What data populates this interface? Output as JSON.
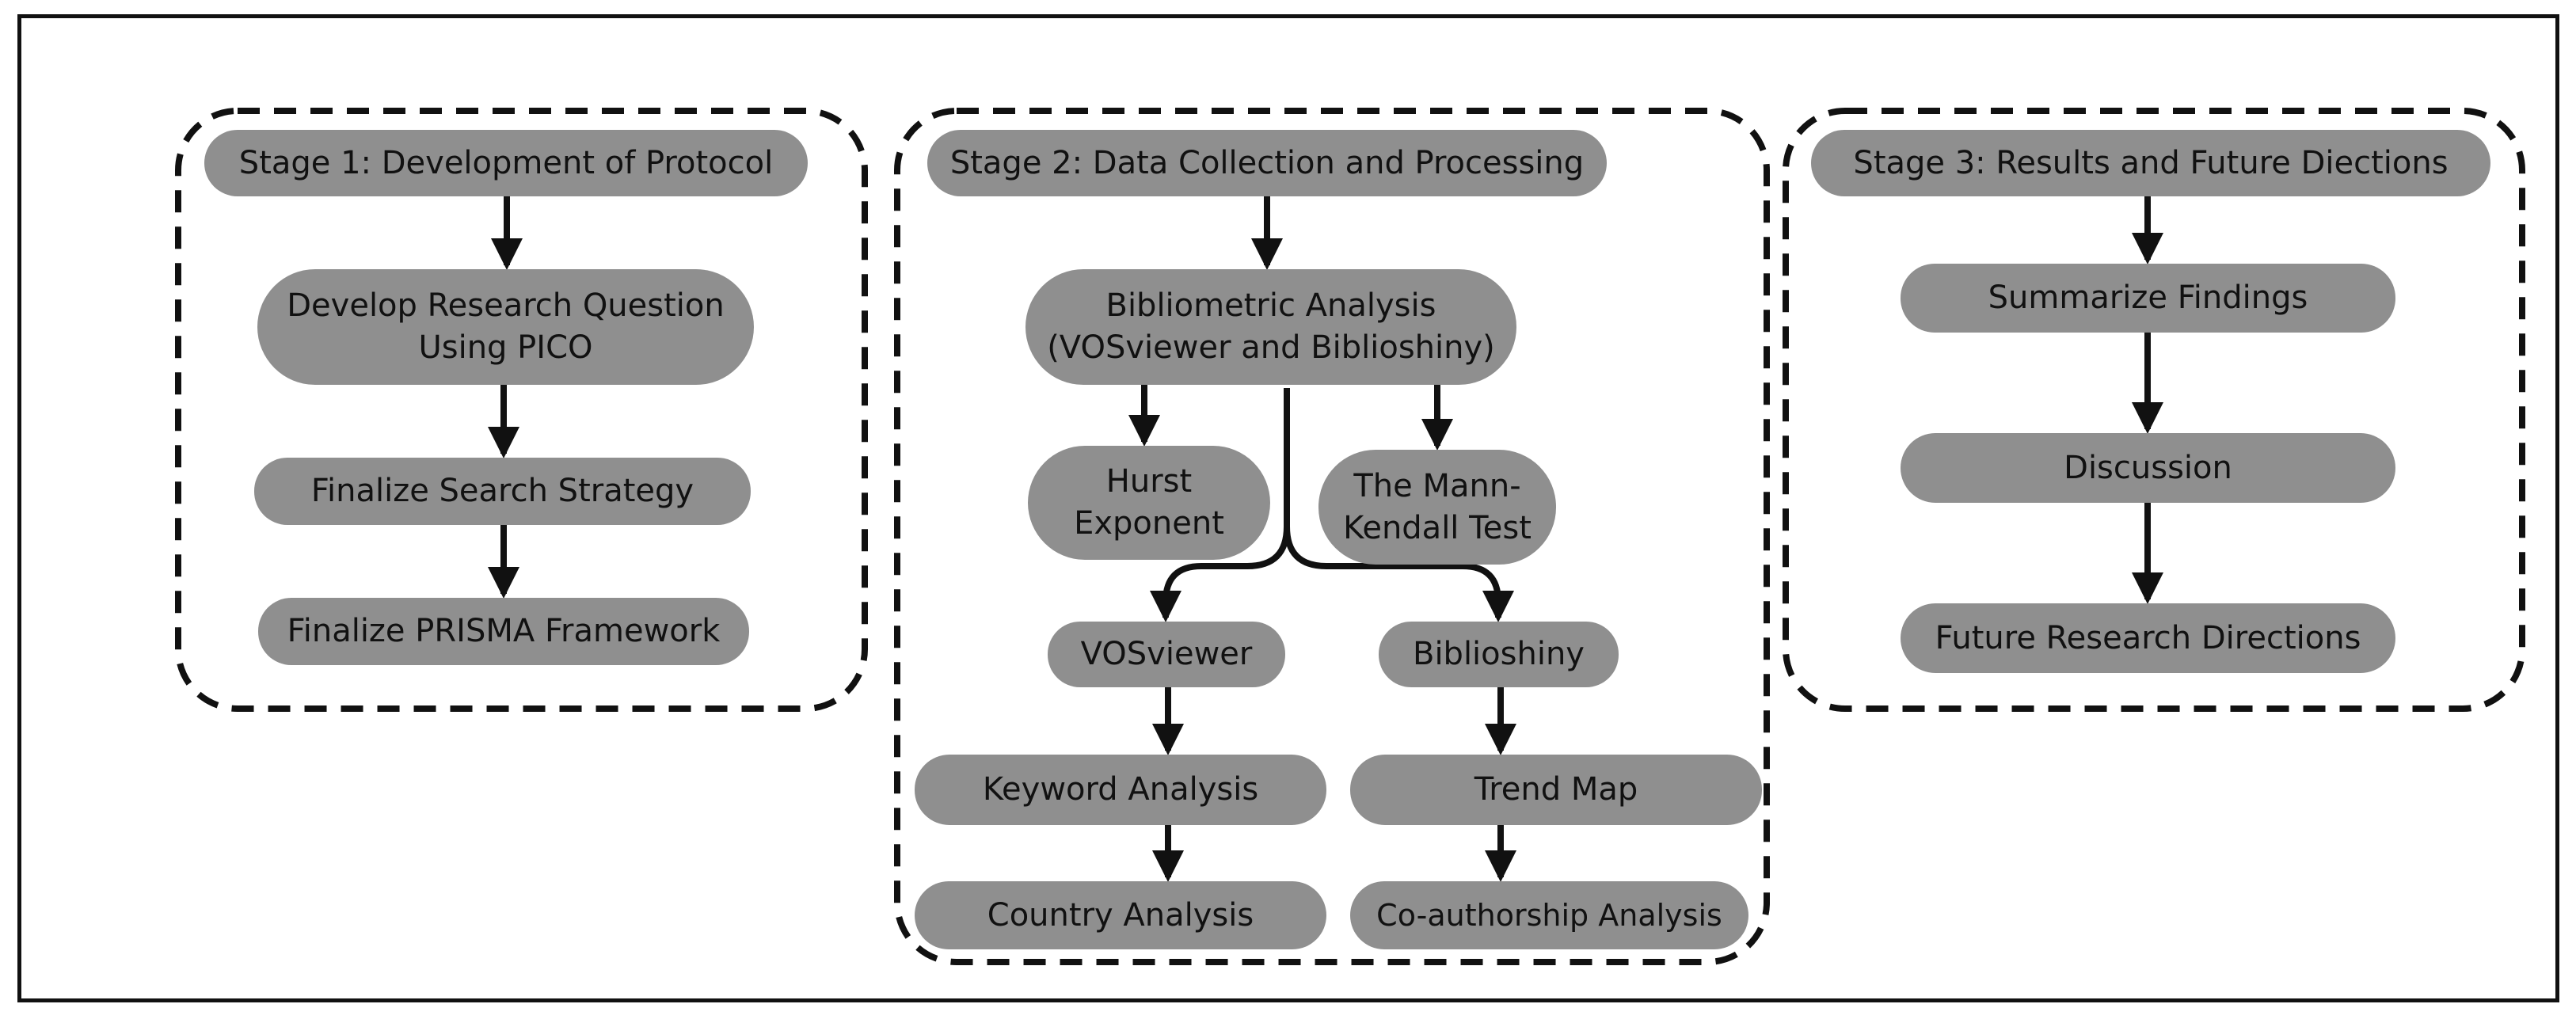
{
  "colors": {
    "node_fill": "#8f8f8f",
    "stroke": "#111111",
    "background": "#ffffff"
  },
  "stages": [
    {
      "title": "Stage 1: Development of Protocol",
      "nodes": [
        {
          "id": "s1-research-question",
          "label": "Develop Research Question\nUsing PICO"
        },
        {
          "id": "s1-search-strategy",
          "label": "Finalize Search Strategy"
        },
        {
          "id": "s1-prisma",
          "label": "Finalize PRISMA Framework"
        }
      ]
    },
    {
      "title": "Stage 2: Data Collection and Processing",
      "nodes": [
        {
          "id": "s2-bibliometric",
          "label": "Bibliometric Analysis\n(VOSviewer and Biblioshiny)"
        },
        {
          "id": "s2-hurst",
          "label": "Hurst\nExponent"
        },
        {
          "id": "s2-mann-kendall",
          "label": "The Mann-\nKendall Test"
        },
        {
          "id": "s2-vosviewer",
          "label": "VOSviewer"
        },
        {
          "id": "s2-biblioshiny",
          "label": "Biblioshiny"
        },
        {
          "id": "s2-keyword",
          "label": "Keyword Analysis"
        },
        {
          "id": "s2-trend-map",
          "label": "Trend Map"
        },
        {
          "id": "s2-country",
          "label": "Country Analysis"
        },
        {
          "id": "s2-coauthorship",
          "label": "Co-authorship Analysis"
        }
      ]
    },
    {
      "title": "Stage 3: Results and Future Diections",
      "nodes": [
        {
          "id": "s3-summarize",
          "label": "Summarize Findings"
        },
        {
          "id": "s3-discussion",
          "label": "Discussion"
        },
        {
          "id": "s3-future",
          "label": "Future Research Directions"
        }
      ]
    }
  ],
  "edges": [
    [
      "s1-title",
      "s1-research-question"
    ],
    [
      "s1-research-question",
      "s1-search-strategy"
    ],
    [
      "s1-search-strategy",
      "s1-prisma"
    ],
    [
      "s2-title",
      "s2-bibliometric"
    ],
    [
      "s2-bibliometric",
      "s2-hurst"
    ],
    [
      "s2-bibliometric",
      "s2-mann-kendall"
    ],
    [
      "s2-bibliometric",
      "s2-vosviewer"
    ],
    [
      "s2-bibliometric",
      "s2-biblioshiny"
    ],
    [
      "s2-vosviewer",
      "s2-keyword"
    ],
    [
      "s2-keyword",
      "s2-country"
    ],
    [
      "s2-biblioshiny",
      "s2-trend-map"
    ],
    [
      "s2-trend-map",
      "s2-coauthorship"
    ],
    [
      "s3-title",
      "s3-summarize"
    ],
    [
      "s3-summarize",
      "s3-discussion"
    ],
    [
      "s3-discussion",
      "s3-future"
    ]
  ]
}
